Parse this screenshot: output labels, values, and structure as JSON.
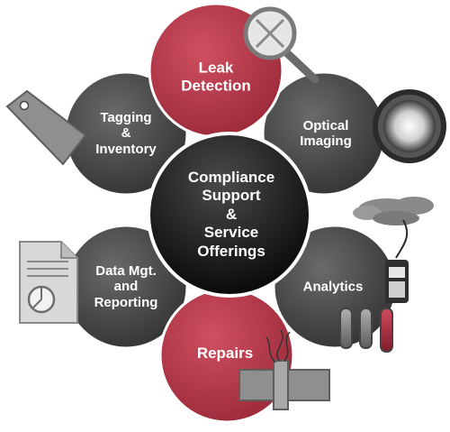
{
  "diagram": {
    "center_label": "Compliance\nSupport\n&\nService\nOfferings",
    "nodes": {
      "leak_detection": "Leak\nDetection",
      "tagging": "Tagging\n&\nInventory",
      "optical": "Optical\nImaging",
      "data": "Data Mgt.\nand\nReporting",
      "analytics": "Analytics",
      "repairs": "Repairs"
    },
    "icons": {
      "leak_detection": "magnifier-icon",
      "tagging": "tag-icon",
      "optical": "lens-icon",
      "data": "document-chart-icon",
      "analytics": "cloud-sensor-vials-icon",
      "repairs": "pipe-leak-icon"
    },
    "colors": {
      "gray_circle": "#4a4a4a",
      "red_circle": "#b53a4a",
      "center_circle": "#1a1a1a",
      "icon_gray": "#8a8a8a"
    }
  }
}
